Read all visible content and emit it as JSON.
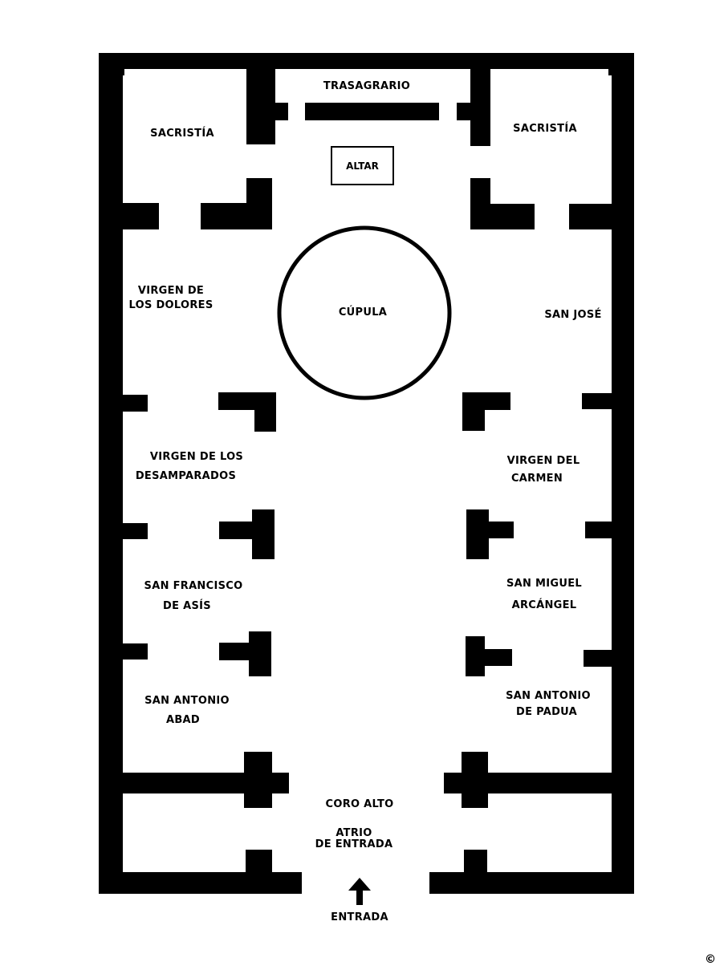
{
  "plan": {
    "labels": {
      "trasagrario": "TRASAGRARIO",
      "sacristia_left": "SACRISTÍA",
      "sacristia_right": "SACRISTÍA",
      "altar": "ALTAR",
      "cupula": "CÚPULA",
      "dolores_1": "VIRGEN DE",
      "dolores_2": "LOS DOLORES",
      "san_jose": "SAN JOSÉ",
      "desamparados_1": "VIRGEN DE LOS",
      "desamparados_2": "DESAMPARADOS",
      "carmen_1": "VIRGEN DEL",
      "carmen_2": "CARMEN",
      "francisco_1": "SAN FRANCISCO",
      "francisco_2": "DE ASÍS",
      "miguel_1": "SAN MIGUEL",
      "miguel_2": "ARCÁNGEL",
      "abad_1": "SAN ANTONIO",
      "abad_2": "ABAD",
      "padua_1": "SAN ANTONIO",
      "padua_2": "DE PADUA",
      "coro_alto": "CORO ALTO",
      "atrio_1": "ATRIO",
      "atrio_2": "DE ENTRADA",
      "entrada": "ENTRADA"
    },
    "icons": {
      "entrance_arrow": "arrow-up-icon"
    },
    "copyright": "©",
    "colors": {
      "walls": "#000000",
      "background": "#ffffff"
    }
  }
}
